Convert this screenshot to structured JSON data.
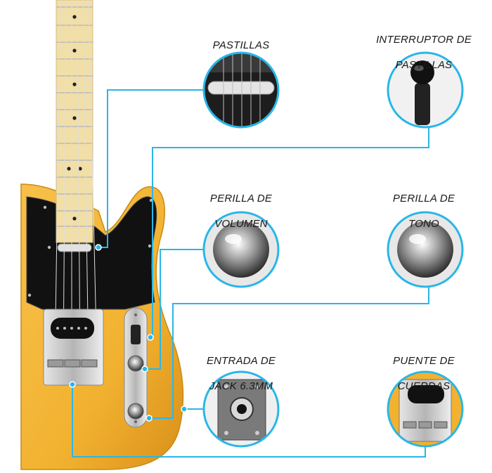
{
  "labels": {
    "pickups": "PASTILLAS",
    "pickup_switch_line1": "INTERRUPTOR DE",
    "pickup_switch_line2": "PASTILLAS",
    "volume_knob_line1": "PERILLA DE",
    "volume_knob_line2": "VOLUMEN",
    "tone_knob_line1": "PERILLA DE",
    "tone_knob_line2": "TONO",
    "jack_input_line1": "ENTRADA DE",
    "jack_input_line2": "JACK 6.3MM",
    "bridge_line1": "PUENTE DE",
    "bridge_line2": "CUERDAS"
  },
  "colors": {
    "callout_line": "#29b6e8",
    "body_finish": "#f2b230",
    "pickguard": "#111111",
    "fretboard": "#f2dfa6",
    "chrome": "#c8c8c8"
  }
}
